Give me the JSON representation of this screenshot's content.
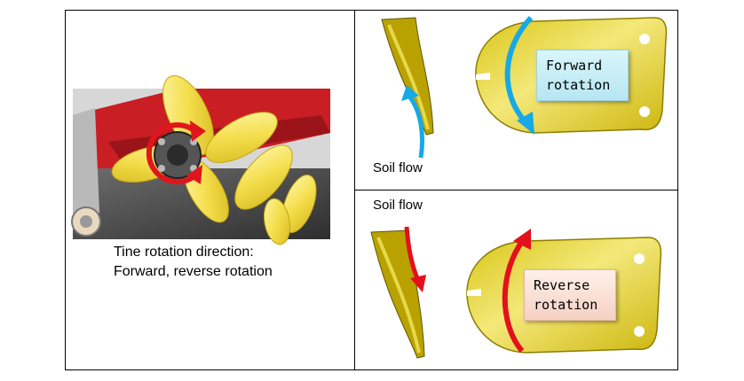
{
  "left_panel": {
    "caption_line1": "Tine rotation direction:",
    "caption_line2": "Forward, reverse rotation"
  },
  "top_right": {
    "soil_flow_label": "Soil flow",
    "rotation_line1": "Forward",
    "rotation_line2": "rotation",
    "arrow_color": "#16a9e6"
  },
  "bottom_right": {
    "soil_flow_label": "Soil flow",
    "rotation_line1": "Reverse",
    "rotation_line2": "rotation",
    "arrow_color": "#e3101d"
  },
  "colors": {
    "tine_yellow": "#e2cc26",
    "tine_dark": "#7a6a05",
    "machine_red": "#c81e24"
  },
  "icons": [
    "rotation-arrow-icon",
    "soil-flow-arrow-icon"
  ]
}
